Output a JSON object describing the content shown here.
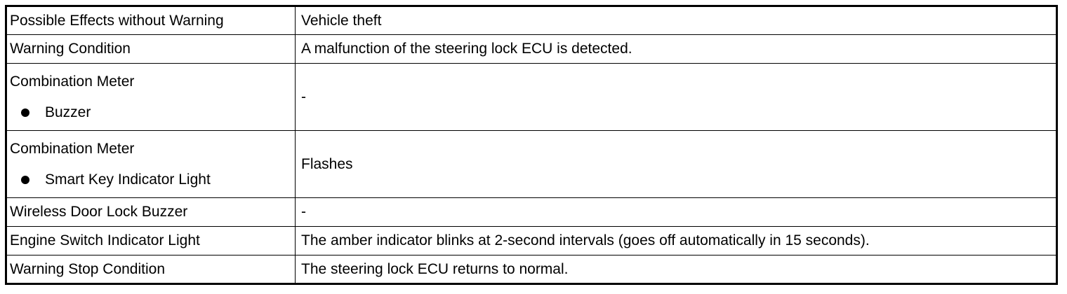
{
  "table": {
    "rows": [
      {
        "label": "Possible Effects without Warning",
        "value": "Vehicle theft"
      },
      {
        "label": "Warning Condition",
        "value": "A malfunction of the steering lock ECU is detected."
      },
      {
        "label": "Combination Meter",
        "sub_label": "Buzzer",
        "value": "-"
      },
      {
        "label": "Combination Meter",
        "sub_label": "Smart Key Indicator Light",
        "value": "Flashes"
      },
      {
        "label": "Wireless Door Lock Buzzer",
        "value": "-"
      },
      {
        "label": "Engine Switch Indicator Light",
        "value": "The amber indicator blinks at 2-second intervals (goes off automatically in 15 seconds)."
      },
      {
        "label": "Warning Stop Condition",
        "value": "The steering lock ECU returns to normal."
      }
    ]
  }
}
